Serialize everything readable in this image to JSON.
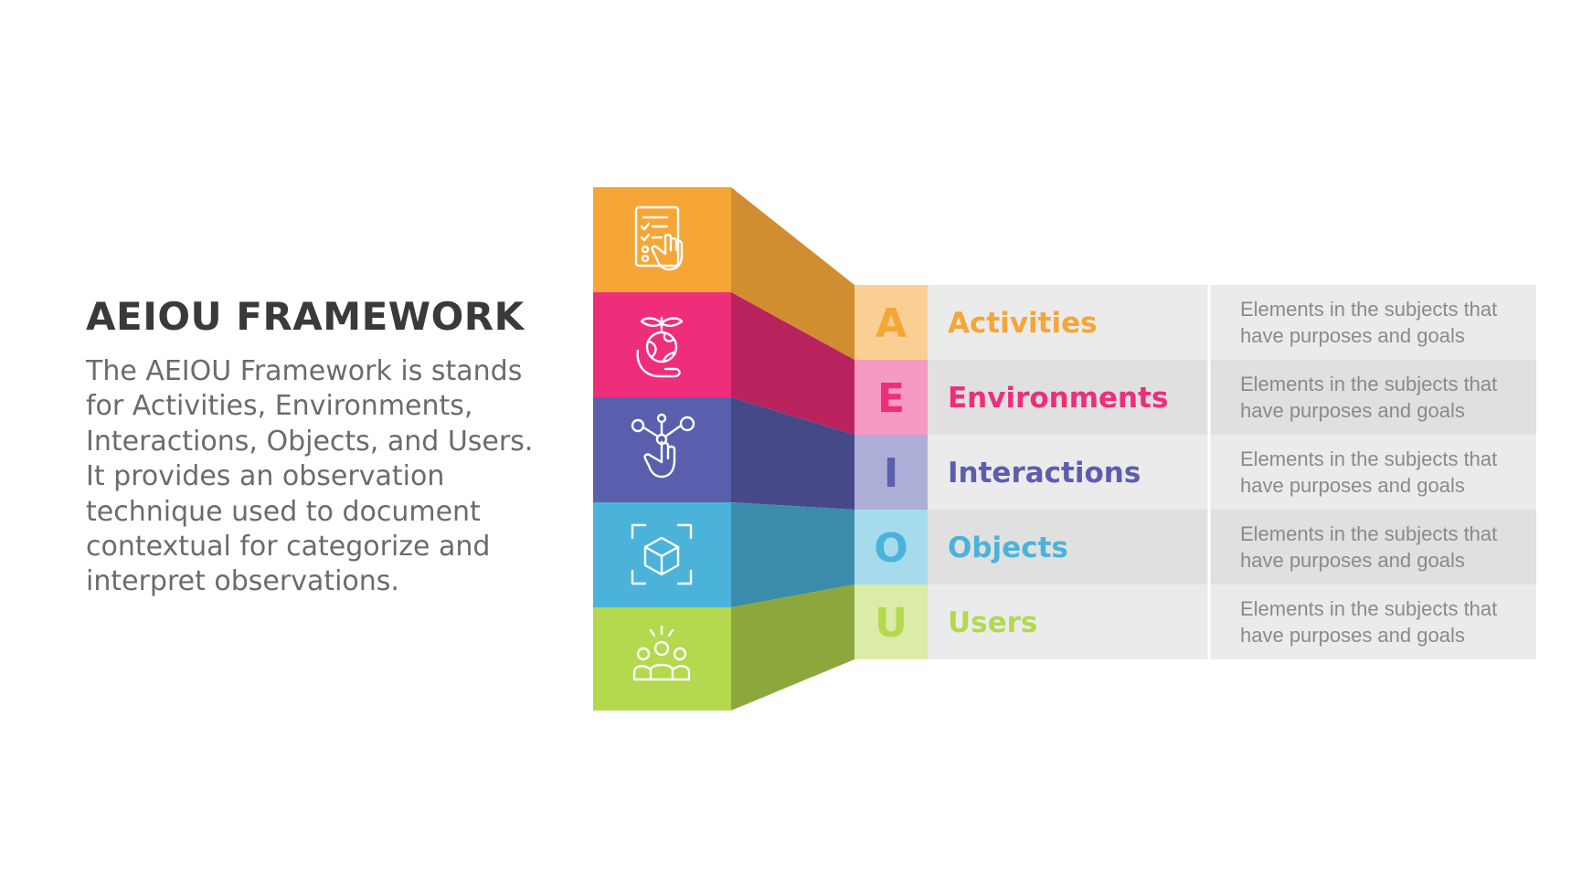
{
  "title": "AEIOU FRAMEWORK",
  "description_lines": [
    "The AEIOU Framework is stands",
    "for Activities, Environments,",
    "Interactions, Objects, and Users.",
    "It provides an observation",
    "technique used to document",
    "contextual for categorize and",
    "interpret observations."
  ],
  "items": [
    {
      "letter": "A",
      "label": "Activities",
      "desc_line1": "Elements in the subjects that",
      "desc_line2": "have purposes and goals",
      "icon": "checklist-hand-icon",
      "color": "#F5A636",
      "side_color": "#D08E30",
      "letter_bg": "#F9CF93"
    },
    {
      "letter": "E",
      "label": "Environments",
      "desc_line1": "Elements in the subjects that",
      "desc_line2": "have purposes and goals",
      "icon": "globe-plant-hand-icon",
      "color": "#EE2E7A",
      "side_color": "#B8235E",
      "letter_bg": "#F59AC0"
    },
    {
      "letter": "I",
      "label": "Interactions",
      "desc_line1": "Elements in the subjects that",
      "desc_line2": "have purposes and goals",
      "icon": "touch-network-icon",
      "color": "#5B5EAD",
      "side_color": "#464987",
      "letter_bg": "#ADAED7"
    },
    {
      "letter": "O",
      "label": "Objects",
      "desc_line1": "Elements in the subjects that",
      "desc_line2": "have purposes and goals",
      "icon": "3d-box-scan-icon",
      "color": "#4BB3DA",
      "side_color": "#3A8CAA",
      "letter_bg": "#A6DBEE"
    },
    {
      "letter": "U",
      "label": "Users",
      "desc_line1": "Elements in the subjects that",
      "desc_line2": "have purposes and goals",
      "icon": "user-group-icon",
      "color": "#B4D84E",
      "side_color": "#8CA83C",
      "letter_bg": "#DAECA7"
    }
  ]
}
